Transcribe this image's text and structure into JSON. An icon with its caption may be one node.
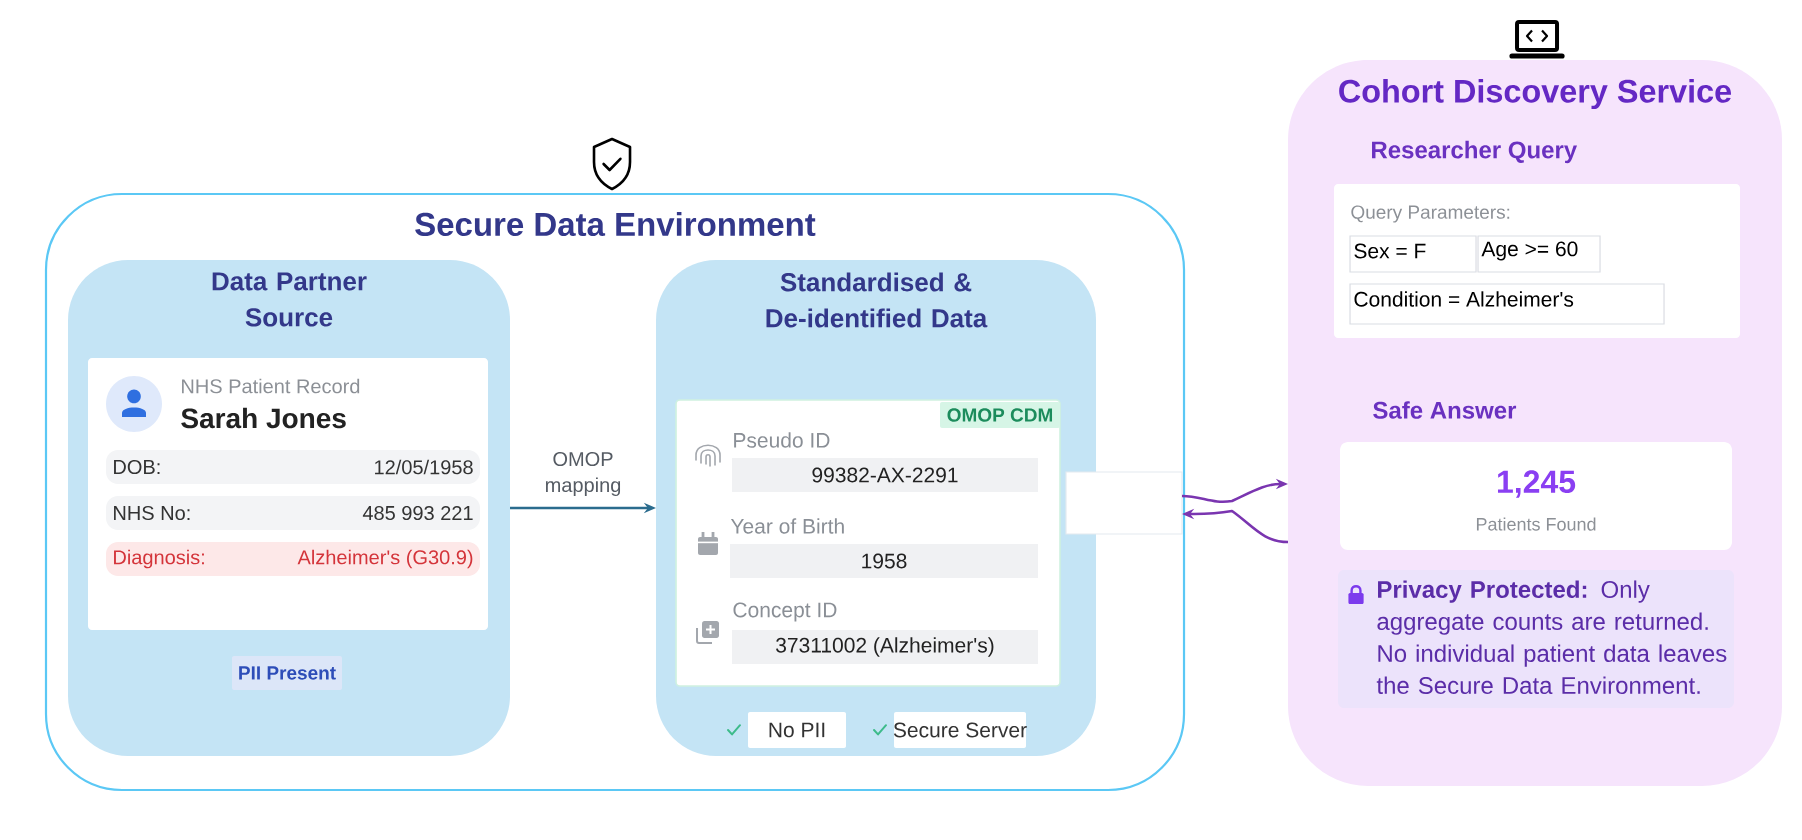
{
  "diagram": {
    "nodes": [
      {
        "text": [
          "Secure Data Environment"
        ]
      },
      {
        "text": [
          "Data Partner Source"
        ],
        "in": 0
      },
      {
        "text": [
          "NHS Patient Record",
          "Sarah Jones"
        ],
        "in": 1
      },
      {
        "text": [
          "DOB:",
          "12/05/1958"
        ],
        "in": 2
      },
      {
        "text": [
          "NHS No:",
          "485 993 221"
        ],
        "in": 2
      },
      {
        "text": [
          "Diagnosis:",
          "Alzheimer's (G30.9)"
        ],
        "in": 2
      },
      {
        "text": [
          "PII Present"
        ],
        "in": 1
      },
      {
        "text": [
          "Standardised & De-identified Data"
        ],
        "in": 0
      },
      {
        "text": [],
        "shape": "box",
        "in": 7
      },
      {
        "text": [
          "OMOP CDM"
        ],
        "in": 8
      },
      {
        "text": [
          "99382-AX-2291"
        ],
        "beside": [
          "Pseudo ID"
        ],
        "in": 8
      },
      {
        "text": [
          "1958"
        ],
        "beside": [
          "Year of Birth"
        ],
        "in": 8
      },
      {
        "text": [
          "37311002 (Alzheimer's)"
        ],
        "beside": [
          "Concept ID"
        ],
        "in": 8
      },
      {
        "text": [
          "No PII"
        ],
        "in": 7
      },
      {
        "text": [
          "Secure Server"
        ],
        "in": 7
      },
      {
        "text": [],
        "shape": "box",
        "in": 0
      },
      {
        "text": [
          "Cohort Discovery Service"
        ]
      },
      {
        "text": [
          "Researcher Query",
          "Query Parameters:"
        ],
        "in": 16
      },
      {
        "text": [
          "Sex = F"
        ],
        "in": 17
      },
      {
        "text": [
          "Age >= 60"
        ],
        "in": 17
      },
      {
        "text": [
          "Condition = Alzheimer's"
        ],
        "in": 17
      },
      {
        "text": [
          "Safe Answer",
          "1,245",
          "Patients Found"
        ],
        "in": 16
      },
      {
        "text": [
          "**Privacy Protected:** Only aggregate counts are returned. No individual patient data leaves the Secure Data Environment."
        ],
        "in": 16
      }
    ],
    "edges": [
      {
        "from": 1,
        "to": 7,
        "arrow": "to",
        "label": "OMOP mapping",
        "color": "#2b6c8e"
      },
      {
        "from": 15,
        "to": 16,
        "arrow": "to"
      },
      {
        "from": 16,
        "to": 15,
        "arrow": "to"
      }
    ]
  }
}
